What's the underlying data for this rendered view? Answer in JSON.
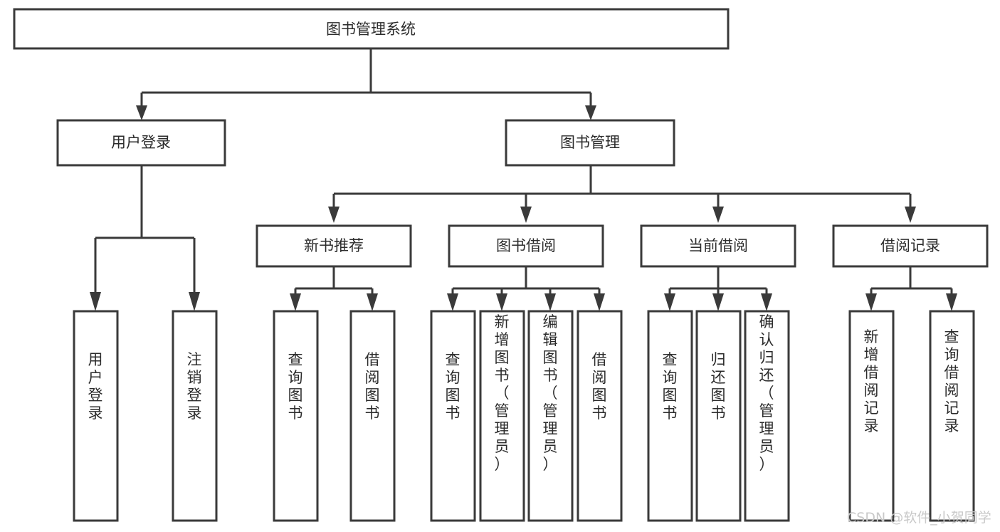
{
  "diagram": {
    "type": "tree-hierarchy-chart",
    "title": "图书管理系统",
    "colors": {
      "box_stroke": "#3a3a3a",
      "box_fill": "#ffffff",
      "text": "#2b2b2b",
      "background": "#ffffff",
      "watermark": "#c9c9c9"
    },
    "root": {
      "label": "图书管理系统"
    },
    "level2": [
      {
        "label": "用户登录"
      },
      {
        "label": "图书管理"
      }
    ],
    "level3": [
      {
        "label": "新书推荐"
      },
      {
        "label": "图书借阅"
      },
      {
        "label": "当前借阅"
      },
      {
        "label": "借阅记录"
      }
    ],
    "leaves": {
      "user_login": [
        {
          "label": "用户登录"
        },
        {
          "label": "注销登录"
        }
      ],
      "new_book_recommend": [
        {
          "label": "查询图书"
        },
        {
          "label": "借阅图书"
        }
      ],
      "book_borrow": [
        {
          "label": "查询图书"
        },
        {
          "label": "新增图书（管理员）"
        },
        {
          "label": "编辑图书（管理员）"
        },
        {
          "label": "借阅图书"
        }
      ],
      "current_borrow": [
        {
          "label": "查询图书"
        },
        {
          "label": "归还图书"
        },
        {
          "label": "确认归还（管理员）"
        }
      ],
      "borrow_record": [
        {
          "label": "新增借阅记录"
        },
        {
          "label": "查询借阅记录"
        }
      ]
    },
    "watermark": "CSDN @软件_小贺同学"
  }
}
